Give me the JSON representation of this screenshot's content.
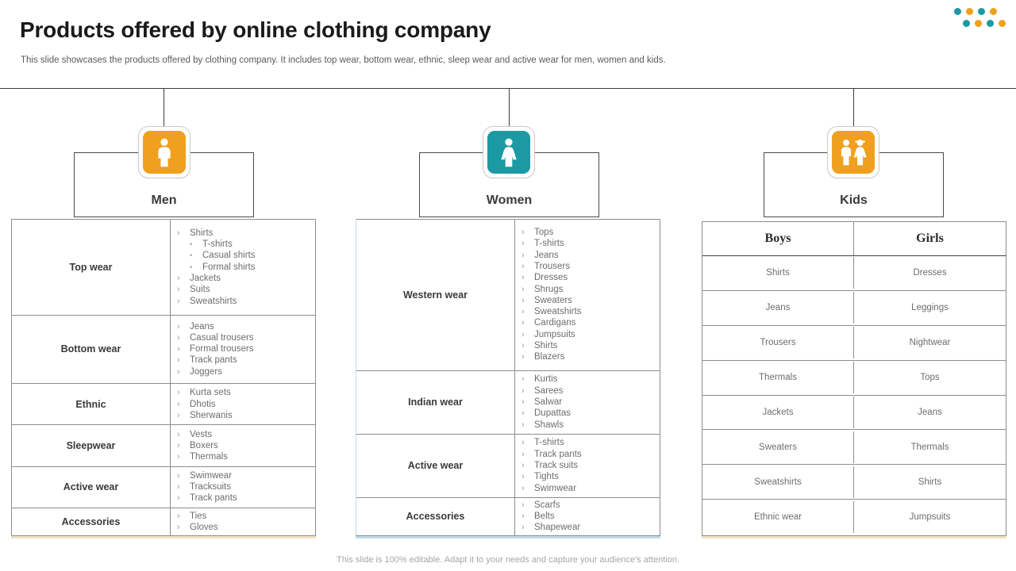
{
  "slide": {
    "title": "Products offered by online clothing company",
    "subtitle": "This slide showcases the products offered by clothing company. It includes top wear, bottom wear, ethnic, sleep wear and active wear for men, women and kids.",
    "footer": "This slide is 100% editable. Adapt it to your needs and capture your audience's attention."
  },
  "colors": {
    "orange": "#F0A01E",
    "teal": "#1B9AA3",
    "accent_men": "#EFE3C4",
    "accent_women": "#BFDCE4",
    "accent_kids": "#EFE3C4",
    "rule": "#3d3d3d",
    "border": "#8d8d8d"
  },
  "decor_dots": {
    "row1": [
      "#1B9AA3",
      "#F0A01E",
      "#1B9AA3",
      "#F0A01E"
    ],
    "row2": [
      "#1B9AA3",
      "#F0A01E",
      "#1B9AA3",
      "#F0A01E"
    ]
  },
  "groups": [
    {
      "key": "men",
      "label": "Men",
      "icon": "male-figure-icon",
      "tile_color": "#F0A01E"
    },
    {
      "key": "women",
      "label": "Women",
      "icon": "female-figure-icon",
      "tile_color": "#1B9AA3"
    },
    {
      "key": "kids",
      "label": "Kids",
      "icon": "children-figures-icon",
      "tile_color": "#F0A01E"
    }
  ],
  "men_table": {
    "rows": [
      {
        "category": "Top wear",
        "items": [
          {
            "text": "Shirts",
            "level": 0
          },
          {
            "text": "T-shirts",
            "level": 1
          },
          {
            "text": "Casual shirts",
            "level": 1
          },
          {
            "text": "Formal shirts",
            "level": 1
          },
          {
            "text": "Jackets",
            "level": 0
          },
          {
            "text": "Suits",
            "level": 0
          },
          {
            "text": "Sweatshirts",
            "level": 0
          }
        ]
      },
      {
        "category": "Bottom wear",
        "items": [
          {
            "text": "Jeans",
            "level": 0
          },
          {
            "text": "Casual trousers",
            "level": 0
          },
          {
            "text": "Formal trousers",
            "level": 0
          },
          {
            "text": "Track pants",
            "level": 0
          },
          {
            "text": "Joggers",
            "level": 0
          }
        ]
      },
      {
        "category": "Ethnic",
        "items": [
          {
            "text": "Kurta sets",
            "level": 0
          },
          {
            "text": "Dhotis",
            "level": 0
          },
          {
            "text": "Sherwanis",
            "level": 0
          }
        ]
      },
      {
        "category": "Sleepwear",
        "items": [
          {
            "text": "Vests",
            "level": 0
          },
          {
            "text": "Boxers",
            "level": 0
          },
          {
            "text": "Thermals",
            "level": 0
          }
        ]
      },
      {
        "category": "Active wear",
        "items": [
          {
            "text": "Swimwear",
            "level": 0
          },
          {
            "text": "Tracksuits",
            "level": 0
          },
          {
            "text": "Track pants",
            "level": 0
          }
        ]
      },
      {
        "category": "Accessories",
        "items": [
          {
            "text": "Ties",
            "level": 0
          },
          {
            "text": "Gloves",
            "level": 0
          }
        ]
      }
    ]
  },
  "women_table": {
    "rows": [
      {
        "category": "Western wear",
        "items": [
          {
            "text": "Tops",
            "level": 0
          },
          {
            "text": "T-shirts",
            "level": 0
          },
          {
            "text": "Jeans",
            "level": 0
          },
          {
            "text": "Trousers",
            "level": 0
          },
          {
            "text": "Dresses",
            "level": 0
          },
          {
            "text": "Shrugs",
            "level": 0
          },
          {
            "text": "Sweaters",
            "level": 0
          },
          {
            "text": "Sweatshirts",
            "level": 0
          },
          {
            "text": "Cardigans",
            "level": 0
          },
          {
            "text": "Jumpsuits",
            "level": 0
          },
          {
            "text": "Shirts",
            "level": 0
          },
          {
            "text": "Blazers",
            "level": 0
          }
        ]
      },
      {
        "category": "Indian wear",
        "items": [
          {
            "text": "Kurtis",
            "level": 0
          },
          {
            "text": "Sarees",
            "level": 0
          },
          {
            "text": "Salwar",
            "level": 0
          },
          {
            "text": "Dupattas",
            "level": 0
          },
          {
            "text": "Shawls",
            "level": 0
          }
        ]
      },
      {
        "category": "Active wear",
        "items": [
          {
            "text": "T-shirts",
            "level": 0
          },
          {
            "text": "Track pants",
            "level": 0
          },
          {
            "text": "Track suits",
            "level": 0
          },
          {
            "text": "Tights",
            "level": 0
          },
          {
            "text": "Swimwear",
            "level": 0
          }
        ]
      },
      {
        "category": "Accessories",
        "items": [
          {
            "text": "Scarfs",
            "level": 0
          },
          {
            "text": "Belts",
            "level": 0
          },
          {
            "text": "Shapewear",
            "level": 0
          }
        ]
      }
    ]
  },
  "kids_table": {
    "headers": [
      "Boys",
      "Girls"
    ],
    "rows": [
      [
        "Shirts",
        "Dresses"
      ],
      [
        "Jeans",
        "Leggings"
      ],
      [
        "Trousers",
        "Nightwear"
      ],
      [
        "Thermals",
        "Tops"
      ],
      [
        "Jackets",
        "Jeans"
      ],
      [
        "Sweaters",
        "Thermals"
      ],
      [
        "Sweatshirts",
        "Shirts"
      ],
      [
        "Ethnic wear",
        "Jumpsuits"
      ]
    ]
  },
  "markers": {
    "level0": "›",
    "level1": "•"
  }
}
